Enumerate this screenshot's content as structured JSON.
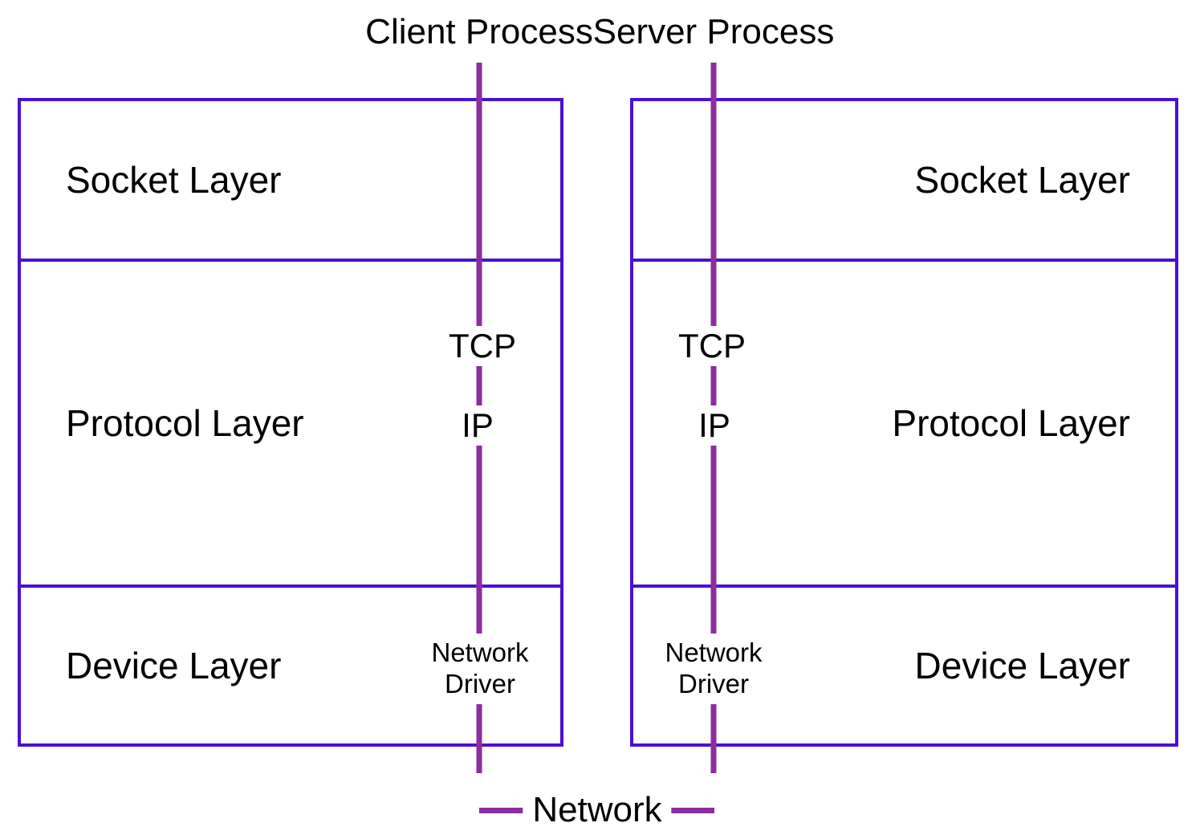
{
  "diagram": {
    "title": "TCP/IP client-server networking stack",
    "colors": {
      "box_border": "#4A10D4",
      "wire": "#8B2D9E",
      "text": "#000000",
      "background": "#FFFFFF"
    },
    "sides": [
      {
        "id": "client",
        "process_title": "Client Process",
        "align": "left",
        "layers": [
          {
            "id": "socket",
            "label": "Socket Layer"
          },
          {
            "id": "protocol",
            "label": "Protocol Layer"
          },
          {
            "id": "device",
            "label": "Device Layer"
          }
        ],
        "wire_labels": [
          {
            "id": "tcp",
            "text": "TCP"
          },
          {
            "id": "ip",
            "text": "IP"
          },
          {
            "id": "network-driver",
            "line1": "Network",
            "line2": "Driver"
          }
        ]
      },
      {
        "id": "server",
        "process_title": "Server Process",
        "align": "right",
        "layers": [
          {
            "id": "socket",
            "label": "Socket Layer"
          },
          {
            "id": "protocol",
            "label": "Protocol Layer"
          },
          {
            "id": "device",
            "label": "Device Layer"
          }
        ],
        "wire_labels": [
          {
            "id": "tcp",
            "text": "TCP"
          },
          {
            "id": "ip",
            "text": "IP"
          },
          {
            "id": "network-driver",
            "line1": "Network",
            "line2": "Driver"
          }
        ]
      }
    ],
    "network_label": "Network"
  }
}
